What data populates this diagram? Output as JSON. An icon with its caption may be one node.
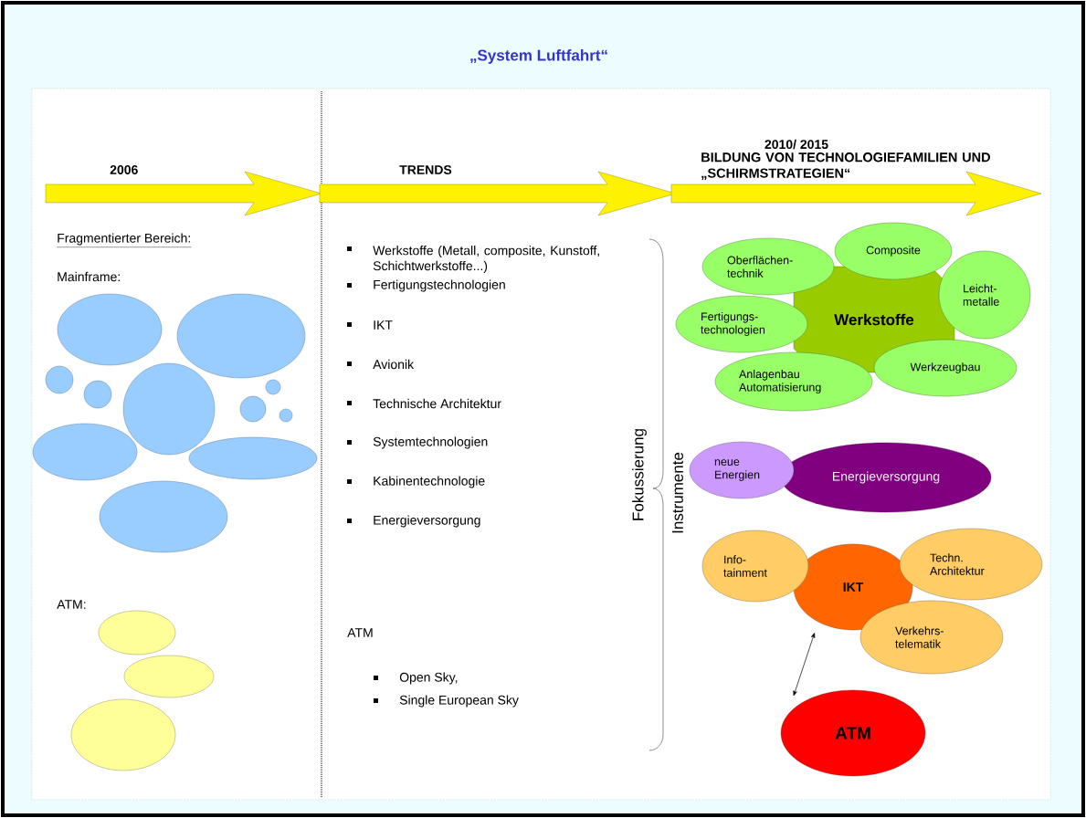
{
  "diagram": {
    "title": "„System Luftfahrt“",
    "nodes": [
      {
        "text": [],
        "shape": "ellipse"
      },
      {
        "text": [],
        "shape": "ellipse"
      },
      {
        "text": [],
        "shape": "circle"
      },
      {
        "text": [],
        "shape": "circle"
      },
      {
        "text": [],
        "shape": "circle"
      },
      {
        "text": [],
        "shape": "circle"
      },
      {
        "text": [],
        "shape": "circle"
      },
      {
        "text": [],
        "shape": "circle"
      },
      {
        "text": [],
        "shape": "ellipse"
      },
      {
        "text": [],
        "shape": "ellipse"
      },
      {
        "text": [],
        "shape": "ellipse"
      },
      {
        "text": [],
        "shape": "ellipse"
      },
      {
        "text": [],
        "shape": "ellipse"
      },
      {
        "text": [],
        "shape": "ellipse"
      },
      {
        "text": [
          "Oberflächen- technik"
        ]
      },
      {
        "text": [
          "Composite"
        ]
      },
      {
        "text": [
          "Leicht- metalle"
        ]
      },
      {
        "text": [
          "Werkstoffe"
        ]
      },
      {
        "text": [
          "Fertigungs- technologien"
        ]
      },
      {
        "text": [
          "Werkzeugbau"
        ]
      },
      {
        "text": [
          "Anlagenbau Automatisierung"
        ]
      },
      {
        "text": [
          "neue Energien"
        ]
      },
      {
        "text": [
          "Energieversorgung"
        ]
      },
      {
        "text": [
          "Info- tainment"
        ]
      },
      {
        "text": [
          "IKT"
        ]
      },
      {
        "text": [
          "Techn. Architektur"
        ]
      },
      {
        "text": [
          "Verkehrs- telematik"
        ]
      },
      {
        "text": [
          "ATM"
        ]
      }
    ],
    "edges": [
      {
        "from": 24,
        "to": 27,
        "arrow": "both"
      }
    ],
    "labels": [
      "2006",
      "TRENDS",
      "2010/ 2015",
      "BILDUNG VON TECHNOLOGIEFAMILIEN UND „SCHIRMSTRATEGIEN“",
      "Fragmentierter Bereich:",
      "Werkstoffe (Metall, composite, Kunstoff, Schichtwerkstoffe...)",
      "Mainframe:",
      "Fertigungstechnologien",
      "IKT",
      "Avionik",
      "Technische Architektur",
      "Systemtechnologien",
      "Kabinentechnologie",
      "Energieversorgung",
      "Fokussierung",
      "Instrumente",
      "ATM:",
      "ATM",
      "Open Sky,",
      "Single European Sky"
    ]
  }
}
